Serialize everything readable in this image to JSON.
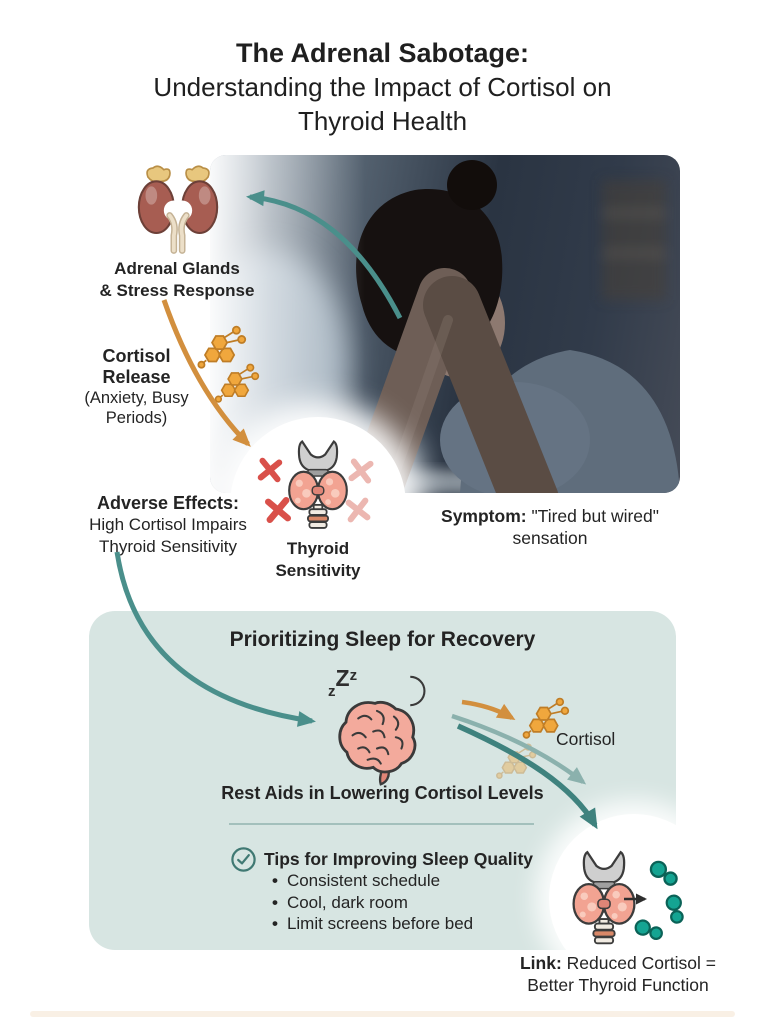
{
  "title": {
    "line1": "The Adrenal Sabotage:",
    "line2": "Understanding the Impact of Cortisol on",
    "line3": "Thyroid Health"
  },
  "photo_description": "Stressed woman with hands covering her face, sitting at a desk at night",
  "top_flow": {
    "adrenal_label_line1": "Adrenal Glands",
    "adrenal_label_line2": "& Stress Response",
    "cortisol_release_bold1": "Cortisol",
    "cortisol_release_bold2": "Release",
    "cortisol_release_sub1": "(Anxiety, Busy",
    "cortisol_release_sub2": "Periods)",
    "adverse_bold": "Adverse Effects:",
    "adverse_line2": "High Cortisol Impairs",
    "adverse_line3": "Thyroid Sensitivity",
    "thyroid_circle_line1": "Thyroid",
    "thyroid_circle_line2": "Sensitivity",
    "symptom_bold": "Symptom:",
    "symptom_text": "\"Tired but wired\"",
    "symptom_line2": "sensation"
  },
  "sleep_panel": {
    "heading": "Prioritizing Sleep for Recovery",
    "zzz": [
      "z",
      "Z",
      "z"
    ],
    "cortisol_label": "Cortisol",
    "rest_text": "Rest Aids in Lowering Cortisol Levels",
    "tips_heading": "Tips for Improving Sleep Quality",
    "bullet": "•",
    "tips": [
      "Consistent schedule",
      "Cool, dark room",
      "Limit screens before bed"
    ]
  },
  "link_note": {
    "bold": "Link:",
    "rest": "Reduced Cortisol =",
    "line2": "Better Thyroid Function"
  },
  "icons": {
    "adrenal_glands_icon": "kidneys with adrenal caps",
    "cortisol_molecule_icon": "orange hexagon steroid molecule",
    "thyroid_icon": "thyroid gland with larynx and trachea",
    "x_icon": "red x mark",
    "brain_icon": "sleeping brain",
    "moon_icon": "crescent moon",
    "check_icon": "circled checkmark",
    "hormone_icon": "teal thyroid hormone molecules",
    "arrow_icon": "curved flow arrow"
  },
  "colors": {
    "background": "#ffffff",
    "panel_teal": "#d7e5e2",
    "arrow_teal": "#4a8f8b",
    "arrow_teal_light": "#8bb1ad",
    "arrow_orange": "#d28f3e",
    "molecule_orange": "#f0a73d",
    "hormone_teal": "#14a492",
    "x_red": "#d9504a",
    "x_red_faded": "#ecb7b1",
    "kidney_brown": "#a75d52",
    "adrenal_yellow": "#e8c77e",
    "thyroid_pink": "#f2a392",
    "brain_pink": "#f3aa9c",
    "text_dark": "#242424"
  }
}
